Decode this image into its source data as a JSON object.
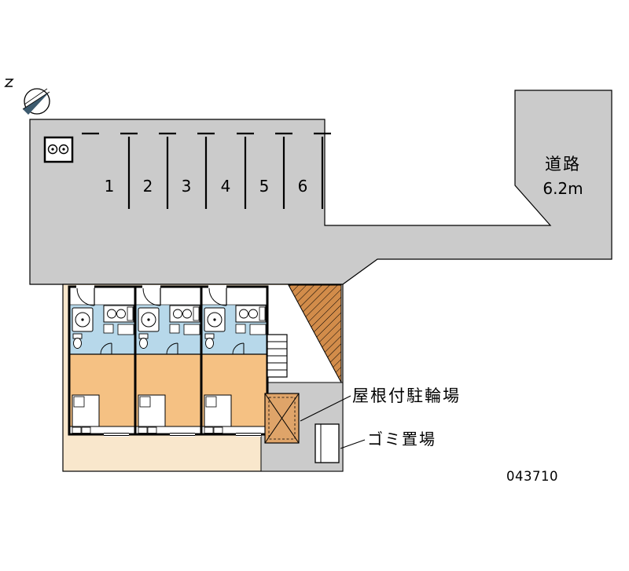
{
  "parking": {
    "space_labels": [
      "1",
      "2",
      "3",
      "4",
      "5",
      "6"
    ]
  },
  "road": {
    "name": "道路",
    "width_label": "6.2m"
  },
  "annotations": {
    "bike_shed_label": "屋根付駐輪場",
    "garbage_label": "ゴミ置場"
  },
  "footer": {
    "drawing_number": "043710"
  },
  "icons": {
    "north_compass": "north-arrow-compass"
  },
  "colors": {
    "paving": "#cbcbcb",
    "site_ground": "#f9e7cc",
    "living_room": "#f5c183",
    "wet_area": "#b7d8ea",
    "slope_hatch": "#d28c4a",
    "bike_shed": "#dfa469",
    "outline": "#000000"
  }
}
